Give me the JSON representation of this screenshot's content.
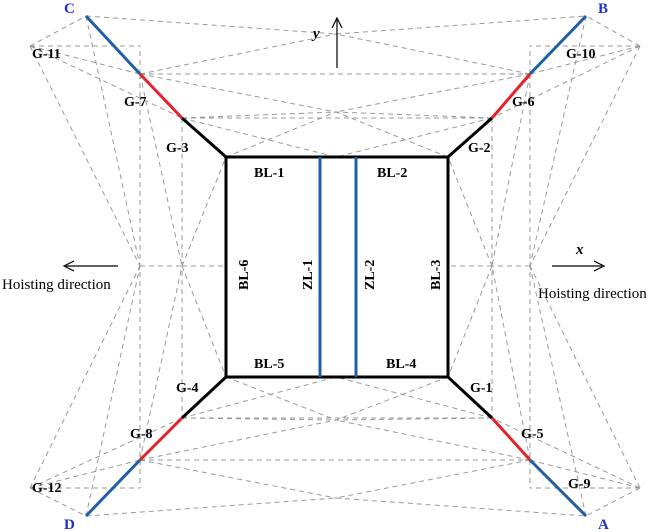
{
  "corners": {
    "a": "A",
    "b": "B",
    "c": "C",
    "d": "D"
  },
  "beams": {
    "bl1": "BL-1",
    "bl2": "BL-2",
    "bl3": "BL-3",
    "bl4": "BL-4",
    "bl5": "BL-5",
    "bl6": "BL-6",
    "zl1": "ZL-1",
    "zl2": "ZL-2"
  },
  "members": {
    "g1": "G-1",
    "g2": "G-2",
    "g3": "G-3",
    "g4": "G-4",
    "g5": "G-5",
    "g6": "G-6",
    "g7": "G-7",
    "g8": "G-8",
    "g9": "G-9",
    "g10": "G-10",
    "g11": "G-11",
    "g12": "G-12"
  },
  "axes": {
    "x": "x",
    "y": "y"
  },
  "hoisting": {
    "left": "Hoisting direction",
    "right": "Hoisting direction"
  },
  "colors": {
    "frame": "#000000",
    "zl_beam": "#1f5fa8",
    "outer_member": "#1f5fa8",
    "middle_member": "#e8202a",
    "auxiliary": "#9a9a9a",
    "corner_label": "#1e2fd0"
  }
}
